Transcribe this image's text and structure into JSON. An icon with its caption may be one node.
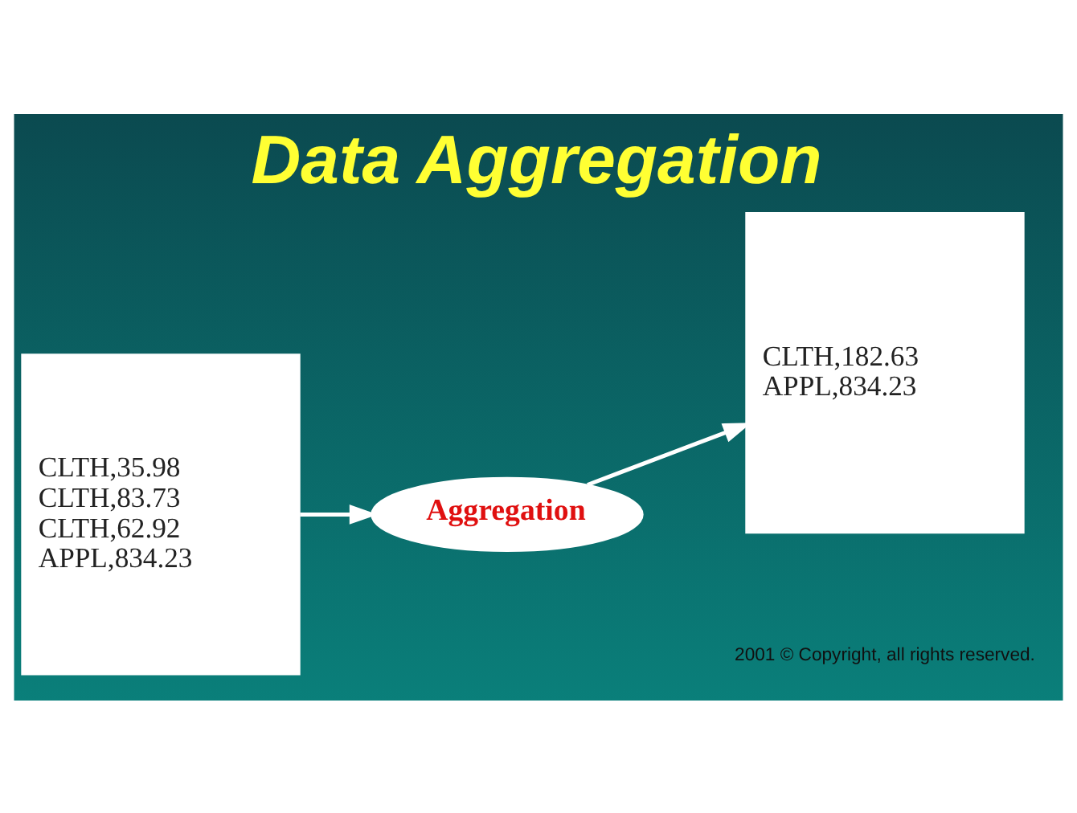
{
  "diagram": {
    "title": "Data Aggregation",
    "caption": "2001 © Copyright, all rights reserved.",
    "nodes": [
      {
        "text": [
          "CLTH,35.98",
          "CLTH,83.73",
          "CLTH,62.92",
          "APPL,834.23"
        ]
      },
      {
        "text": [
          "Aggregation"
        ]
      },
      {
        "text": [
          "CLTH,182.63",
          "APPL,834.23"
        ]
      }
    ],
    "edges": [
      {
        "from": 0,
        "to": 1,
        "arrow": "to"
      },
      {
        "from": 1,
        "to": 2,
        "arrow": "to"
      }
    ]
  }
}
